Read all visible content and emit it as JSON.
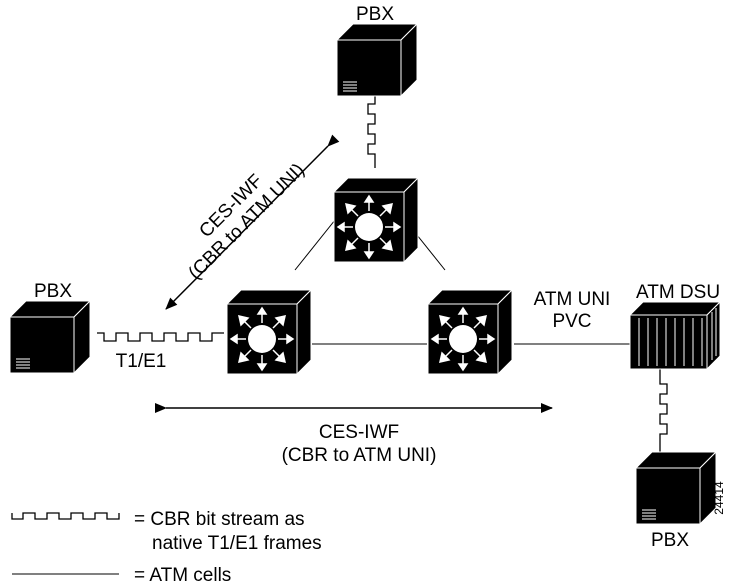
{
  "labels": {
    "pbx_top": "PBX",
    "pbx_left": "PBX",
    "pbx_bottom": "PBX",
    "atm_dsu": "ATM DSU",
    "atm_uni": "ATM UNI",
    "pvc": "PVC",
    "t1e1": "T1/E1",
    "ces_diag_line1": "CES-IWF",
    "ces_diag_line2": "(CBR to ATM UNI)",
    "ces_horiz_line1": "CES-IWF",
    "ces_horiz_line2": "(CBR to ATM UNI)",
    "figure_id": "24414"
  },
  "legend": {
    "cbr_line1": "= CBR bit stream as",
    "cbr_line2": "native T1/E1 frames",
    "atm_cells": "= ATM cells"
  }
}
